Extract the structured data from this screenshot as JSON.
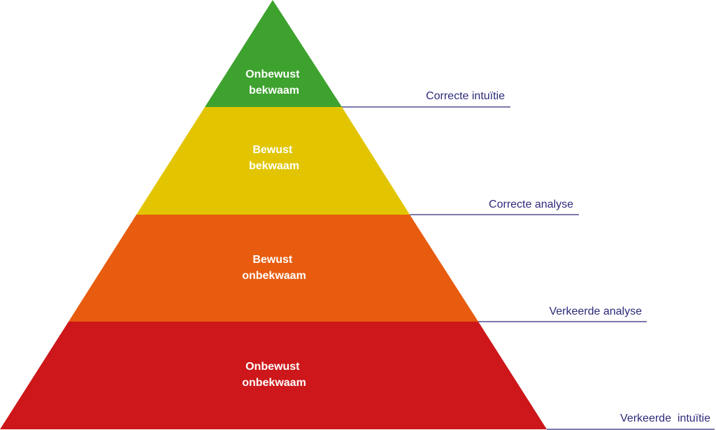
{
  "pyramid": {
    "tiers": [
      {
        "line1": "Onbewust",
        "line2": "bekwaam",
        "color": "#3ea22e"
      },
      {
        "line1": "Bewust",
        "line2": "bekwaam",
        "color": "#e2c500"
      },
      {
        "line1": "Bewust",
        "line2": "onbekwaam",
        "color": "#e85c0f"
      },
      {
        "line1": "Onbewust",
        "line2": "onbekwaam",
        "color": "#cd171a"
      }
    ],
    "annotations": [
      {
        "text": "Correcte intuïtie"
      },
      {
        "text": "Correcte analyse"
      },
      {
        "text": "Verkeerde analyse"
      },
      {
        "text": "Verkeerde  intuïtie"
      }
    ],
    "line_color": "#2e2a7a"
  }
}
